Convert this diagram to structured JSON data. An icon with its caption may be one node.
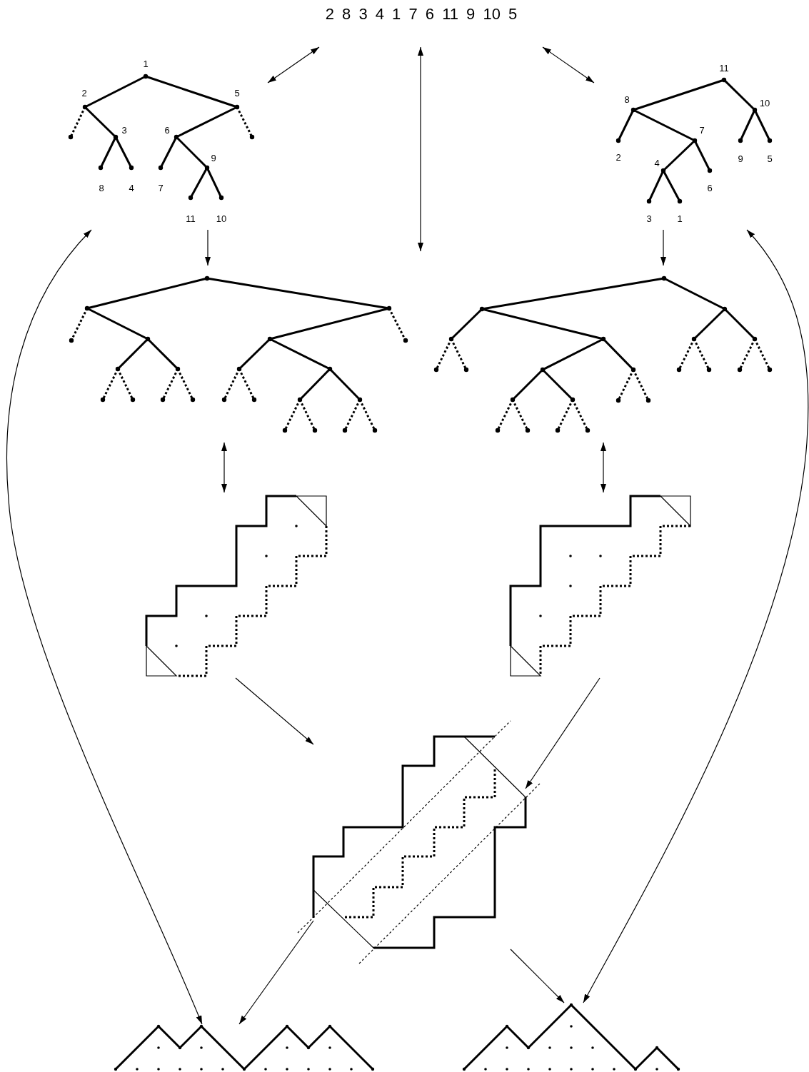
{
  "diagram": {
    "nodes": [
      {
        "text": [
          "2 8 3 4 1 7 6 11 9 10 5"
        ]
      },
      {
        "text": [
          "1",
          "2",
          "5",
          "3",
          "6",
          "9",
          "8",
          "4",
          "7",
          "11",
          "10"
        ]
      },
      {
        "text": [
          "11",
          "8",
          "10",
          "7",
          "2",
          "9",
          "5",
          "4",
          "6",
          "3",
          "1"
        ]
      },
      {
        "text": [],
        "shape": "picture"
      },
      {
        "text": [],
        "shape": "picture"
      },
      {
        "text": [],
        "shape": "picture"
      },
      {
        "text": [],
        "shape": "picture"
      },
      {
        "text": [],
        "shape": "picture"
      },
      {
        "text": [],
        "shape": "picture"
      },
      {
        "text": [],
        "shape": "picture"
      }
    ],
    "edges": [
      {
        "from": 0,
        "to": 1,
        "arrow": "both"
      },
      {
        "from": 0,
        "to": 2,
        "arrow": "both"
      },
      {
        "from": 0,
        "to": null,
        "arrow": "both"
      },
      {
        "from": 1,
        "to": 3,
        "arrow": "to"
      },
      {
        "from": 2,
        "to": 4,
        "arrow": "to"
      },
      {
        "from": 3,
        "to": 5,
        "arrow": "both"
      },
      {
        "from": 4,
        "to": 6,
        "arrow": "both"
      },
      {
        "from": 5,
        "to": 7,
        "arrow": "to"
      },
      {
        "from": 6,
        "to": 7,
        "arrow": "to"
      },
      {
        "from": 7,
        "to": 8,
        "arrow": "to"
      },
      {
        "from": 7,
        "to": 9,
        "arrow": "to"
      },
      {
        "from": 1,
        "to": 8,
        "arrow": "both"
      },
      {
        "from": 2,
        "to": 9,
        "arrow": "both"
      }
    ]
  }
}
